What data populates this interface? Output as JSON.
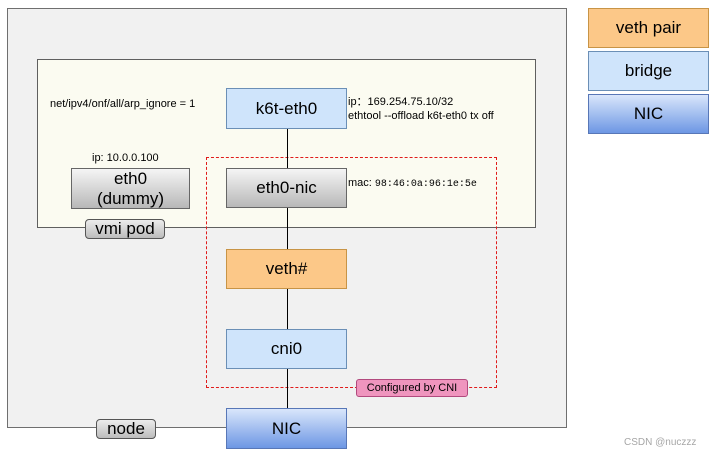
{
  "containers": {
    "node_label": "node",
    "pod_label": "vmi pod",
    "cni_label": "Configured by CNI"
  },
  "blocks": {
    "k6t": "k6t-eth0",
    "eth0_nic": "eth0-nic",
    "veth": "veth#",
    "cni0": "cni0",
    "nic": "NIC",
    "eth0_dummy_line1": "eth0",
    "eth0_dummy_line2": "(dummy)"
  },
  "annotations": {
    "arp_ignore": "net/ipv4/onf/all/arp_ignore = 1",
    "k6t_ip": "ip：169.254.75.10/32",
    "k6t_ethtool": "ethtool --offload k6t-eth0 tx off",
    "mac_label": "mac:",
    "mac_value": "98:46:0a:96:1e:5e",
    "dummy_ip": "ip: 10.0.0.100"
  },
  "legend": {
    "veth_pair": "veth pair",
    "bridge": "bridge",
    "nic": "NIC"
  },
  "watermark": "CSDN @nuczzz",
  "colors": {
    "bridge": "#cfe4fb",
    "veth": "#fcc888",
    "nic": "#6d97e4",
    "cni_border": "#e01b1b",
    "cni_tag": "#ef95be"
  }
}
